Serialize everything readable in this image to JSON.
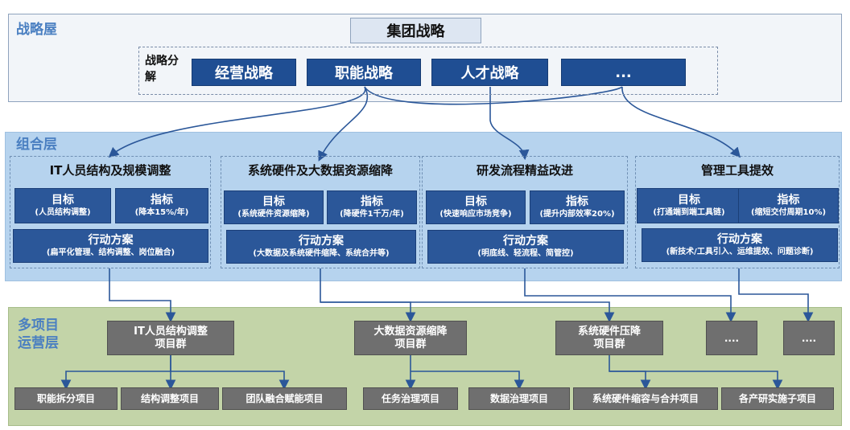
{
  "strategy_layer": {
    "title": "战略屋",
    "top": "集团战略",
    "decomp_label": "战略分解",
    "items": [
      "经营战略",
      "职能战略",
      "人才战略",
      "..."
    ]
  },
  "combo_layer": {
    "title": "组合层",
    "columns": [
      {
        "title": "IT人员结构及规模调整",
        "goal": "目标",
        "goal_sub": "(人员结构调整)",
        "kpi": "指标",
        "kpi_sub": "(降本15%/年)",
        "action": "行动方案",
        "action_sub": "(扁平化管理、结构调整、岗位融合)"
      },
      {
        "title": "系统硬件及大数据资源缩降",
        "goal": "目标",
        "goal_sub": "(系统硬件资源缩降)",
        "kpi": "指标",
        "kpi_sub": "(降硬件1千万/年)",
        "action": "行动方案",
        "action_sub": "(大数据及系统硬件缩降、系统合并等)"
      },
      {
        "title": "研发流程精益改进",
        "goal": "目标",
        "goal_sub": "(快速响应市场竞争)",
        "kpi": "指标",
        "kpi_sub": "(提升内部效率20%)",
        "action": "行动方案",
        "action_sub": "(明底线、轻流程、简管控)"
      },
      {
        "title": "管理工具提效",
        "goal": "目标",
        "goal_sub": "(打通端到端工具链)",
        "kpi": "指标",
        "kpi_sub": "(缩短交付周期10%)",
        "action": "行动方案",
        "action_sub": "(新技术/工具引入、运维提效、问题诊断)"
      }
    ]
  },
  "multi_layer": {
    "title_line1": "多项目",
    "title_line2": "运营层",
    "groups": [
      {
        "line1": "IT人员结构调整",
        "line2": "项目群"
      },
      {
        "line1": "大数据资源缩降",
        "line2": "项目群"
      },
      {
        "line1": "系统硬件压降",
        "line2": "项目群"
      },
      {
        "line1": "....",
        "line2": ""
      },
      {
        "line1": "....",
        "line2": ""
      }
    ],
    "projects": [
      "职能拆分项目",
      "结构调整项目",
      "团队融合赋能项目",
      "任务治理项目",
      "数据治理项目",
      "系统硬件缩容与合并项目",
      "各产研实施子项目"
    ]
  },
  "colors": {
    "dark_blue": "#1f4e93",
    "box_blue": "#2b5799",
    "gray": "#6f6f6f",
    "combo_bg": "#b6d3ee",
    "multi_bg": "#c3d4a8",
    "layer_title": "#4a7fc1"
  }
}
